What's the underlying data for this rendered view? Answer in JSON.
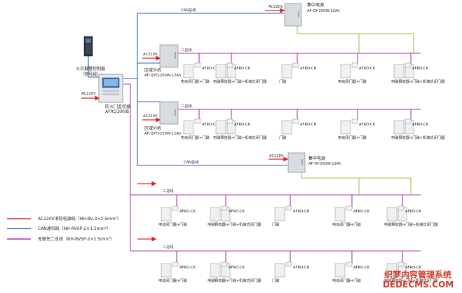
{
  "labels": {
    "can_bus": "CAN总线",
    "two_wire": "二总线",
    "ac220v": "AC220V",
    "fire_alarm_controller": "火灾报警控制器",
    "signal_line": "（信号线）",
    "door_monitor": "防火门监控器",
    "door_monitor_model": "AFRD100/B",
    "central_power": "集中电源",
    "central_power_model": "AF-DY-250W-12Ah",
    "area_branch": "区域分机",
    "area_branch_model": "AF-QYFJ-250W-12Ah",
    "module_ck": "AFRD-CK",
    "module_cb": "AFRD-CB",
    "device_1": "电动闭门器+门磁",
    "device_2": "电磁释放器+门磁+机械式闭门器",
    "device_3": "门磁",
    "device_4": "电动闭门器+门磁",
    "device_5": "电磁释放器+门磁+机械式闭门器"
  },
  "legend": [
    {
      "label": "AC220V消防电源线（NH-BV-3×2.5mm²）",
      "color": "#e02020"
    },
    {
      "label": "CAN通讯线（NH-RVSP-2×1.5mm²）",
      "color": "#2f5fb0"
    },
    {
      "label": "无极性二总线（NH-RVSP-2×2.5mm²）",
      "color": "#b030b0"
    }
  ],
  "watermark": {
    "line1": "织梦内容管理系统",
    "line2": "DEDECMS.COM"
  },
  "colors": {
    "power": "#e02020",
    "can": "#2f5fb0",
    "bus": "#b030b0",
    "dc": "#90c030",
    "box": "#8a8a8a"
  }
}
